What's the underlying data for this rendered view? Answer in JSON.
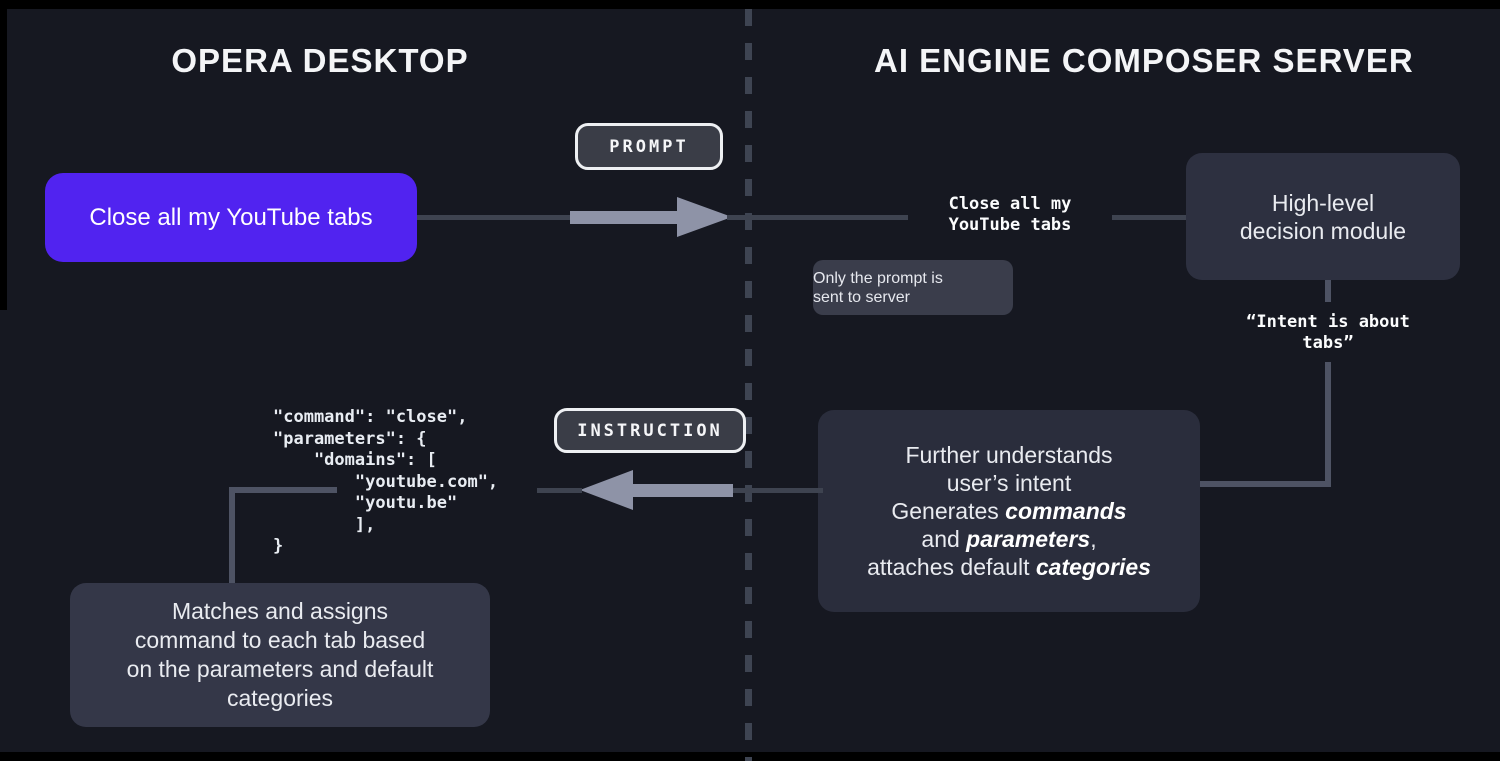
{
  "headers": {
    "left": "OPERA DESKTOP",
    "right": "AI ENGINE COMPOSER SERVER"
  },
  "badges": {
    "prompt": "PROMPT",
    "instruction": "INSTRUCTION"
  },
  "opera": {
    "user_prompt": "Close all my YouTube tabs",
    "instruction_json": "\"command\": \"close\",\n\"parameters\": {\n    \"domains\": [\n        \"youtube.com\",\n        \"youtu.be\"\n        ],\n}",
    "matching_box": {
      "lines": [
        "Matches and assigns",
        "command to each tab based",
        "on the parameters and default",
        "categories"
      ]
    }
  },
  "server": {
    "prompt_received": {
      "lines": [
        "Close all my",
        "YouTube tabs"
      ]
    },
    "note": {
      "lines": [
        "Only the prompt is",
        "sent to server"
      ]
    },
    "decision_module": {
      "lines": [
        "High-level",
        "decision module"
      ]
    },
    "intent_quote": {
      "lines": [
        "“Intent is about",
        "tabs”"
      ]
    },
    "processing_box": {
      "line1": "Further understands",
      "line2": "user’s intent",
      "line3_text": "Generates ",
      "line3_em": "commands",
      "line4_text": "and ",
      "line4_em": "parameters",
      "line4_suffix": ",",
      "line5_text": "attaches default ",
      "line5_em": "categories"
    }
  },
  "colors": {
    "background": "#161821",
    "accent_purple": "#5123f0",
    "arrow_gray": "#8e93a7",
    "panel_slate": "#2d3040",
    "badge_fill": "#3a3d47"
  }
}
